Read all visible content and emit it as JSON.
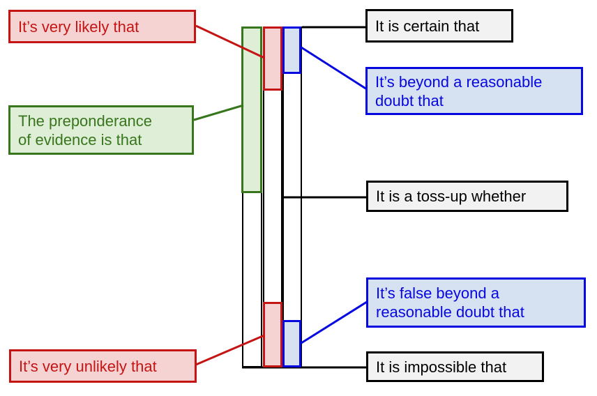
{
  "diagram": {
    "description_colors": {
      "red": "#c51414",
      "red_fill": "#f5d3d3",
      "green": "#38761d",
      "green_fill": "#dfeed6",
      "blue": "#0707e0",
      "blue_fill": "#d6e1f2",
      "black": "#000000",
      "gray_fill": "#f2f2f2"
    },
    "left_labels": [
      {
        "id": "very-likely",
        "color": "red",
        "text": "It’s very likely that"
      },
      {
        "id": "preponderance",
        "color": "green",
        "line1": "The preponderance",
        "line2": "of evidence is that"
      },
      {
        "id": "very-unlikely",
        "color": "red",
        "text": "It’s very unlikely that"
      }
    ],
    "right_labels": [
      {
        "id": "certain",
        "color": "black",
        "text": "It is certain that"
      },
      {
        "id": "beyond-reasonable-doubt",
        "color": "blue",
        "line1": "It’s beyond a reasonable",
        "line2": "doubt that"
      },
      {
        "id": "toss-up",
        "color": "black",
        "text": "It is a toss-up whether"
      },
      {
        "id": "false-beyond-reasonable-doubt",
        "color": "blue",
        "line1": "It’s false beyond a",
        "line2": "reasonable doubt that"
      },
      {
        "id": "impossible",
        "color": "black",
        "text": "It is impossible that"
      }
    ]
  }
}
